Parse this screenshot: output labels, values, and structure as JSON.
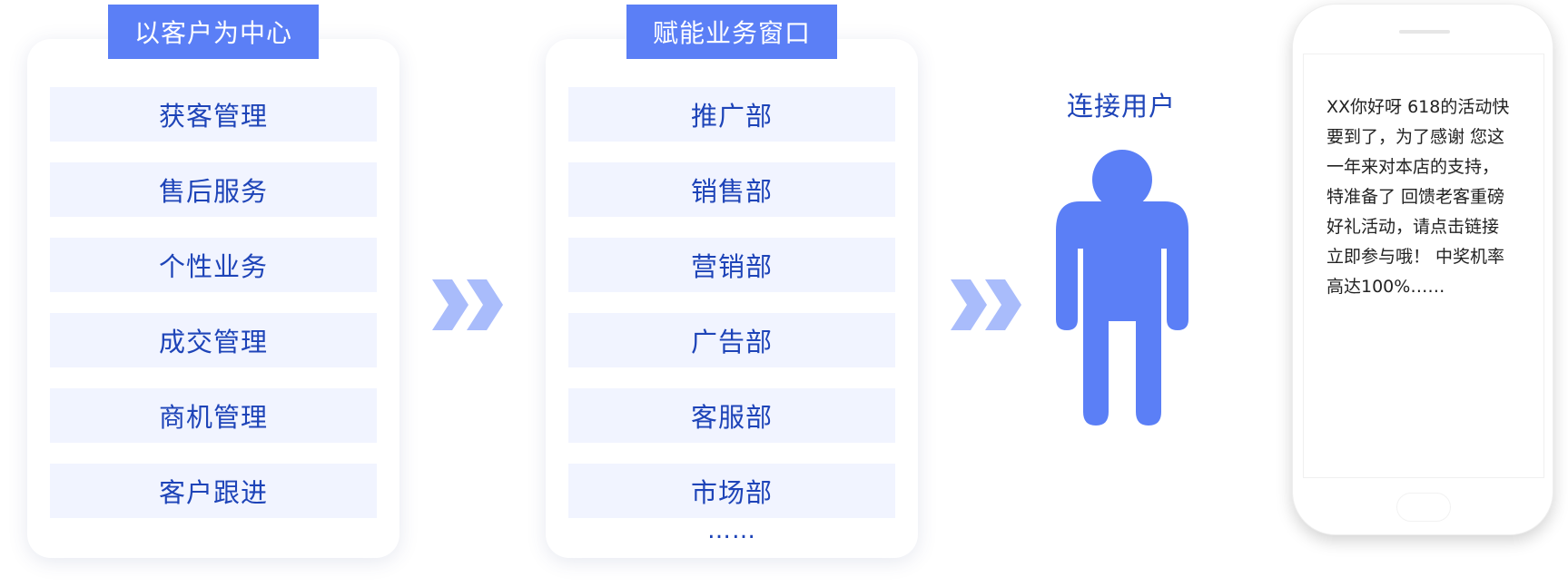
{
  "left_panel": {
    "title": "以客户为中心",
    "items": [
      "获客管理",
      "售后服务",
      "个性业务",
      "成交管理",
      "商机管理",
      "客户跟进"
    ]
  },
  "mid_panel": {
    "title": "赋能业务窗口",
    "items": [
      "推广部",
      "销售部",
      "营销部",
      "广告部",
      "客服部",
      "市场部"
    ],
    "more": "……"
  },
  "connect": {
    "title": "连接用户"
  },
  "phone": {
    "message": "XX你好呀 618的活动快\n要到了，为了感谢 您这\n一年来对本店的支持，\n特准备了 回馈老客重磅\n好礼活动，请点击链接\n立即参与哦！ 中奖机率\n高达100%……"
  },
  "colors": {
    "accent": "#5b7ff6",
    "item_bg": "#f1f4ff",
    "item_text": "#1e44b8",
    "chevron": "#a9bcfb"
  },
  "icons": {
    "arrow_1": "double-chevron-right-icon",
    "arrow_2": "double-chevron-right-icon",
    "user": "user-figure-icon"
  }
}
